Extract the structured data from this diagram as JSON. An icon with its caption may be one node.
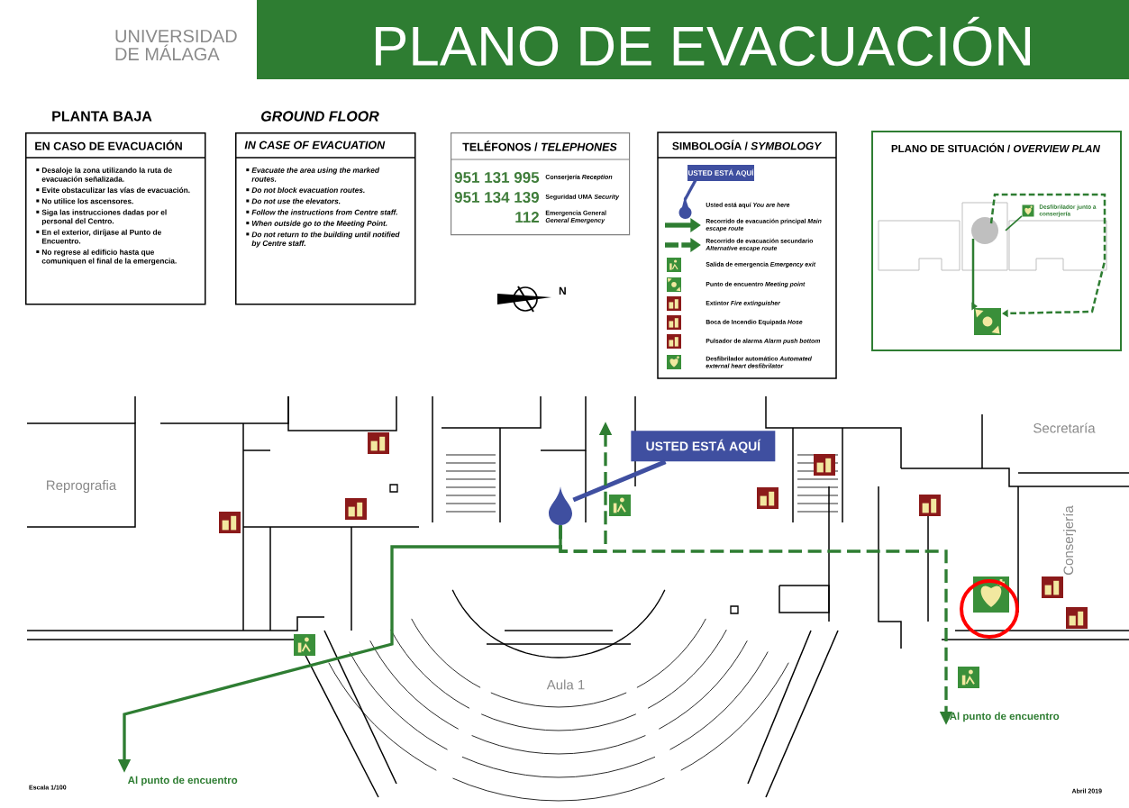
{
  "diagram": {
    "title": "PLANO DE EVACUACIÓN",
    "nodes": [
      {
        "beside": [
          "PLANTA BAJA"
        ],
        "text": [
          "EN CASO DE EVACUACIÓN",
          "Desaloje la zona utilizando la ruta de evacuación señalizada.",
          "Evite obstaculizar las vías de evacuación.",
          "No utilice los ascensores.",
          "Siga las instrucciones dadas por el personal del Centro.",
          "En el exterior, diríjase al Punto de Encuentro.",
          "No regrese al edificio hasta que comuniquen el final de la emergencia."
        ]
      },
      {
        "beside": [
          "GROUND FLOOR"
        ],
        "text": [
          "IN CASE OF EVACUATION",
          "Evacuate the area using the marked routes.",
          "Do not block evacuation routes.",
          "Do not use the elevators.",
          "Follow the instructions from Centre staff.",
          "When outside go to the Meeting Point.",
          "Do not return to the building until notified by Centre staff."
        ]
      },
      {
        "text": [
          "TELÉFONOS / *TELEPHONES*",
          "951 131 995",
          "Conserjería *Reception*",
          "951 134 139",
          "Seguridad UMA *Security*",
          "112",
          "Emergencia General *General Emergency*"
        ]
      },
      {
        "text": [
          "PLANO DE SITUACIÓN / *OVERVIEW PLAN*",
          "Desfibrilador junto a conserjería"
        ]
      },
      {
        "text": [
          "USTED ESTÁ AQUÍ"
        ]
      },
      {
        "text": [],
        "shape": "drop"
      },
      {
        "text": [
          "Al punto de encuentro"
        ]
      },
      {
        "text": [
          "Al punto de encuentro"
        ]
      }
    ],
    "edges": [
      {
        "from": 4,
        "to": 5,
        "arrow": "none",
        "color": "#3f4fa0"
      },
      {
        "from": 5,
        "to": 6,
        "arrow": "to"
      },
      {
        "from": 5,
        "to": 7,
        "arrow": "to",
        "style": "dashed"
      },
      {
        "from": 5,
        "to": null,
        "arrow": "to",
        "style": "dashed"
      }
    ],
    "labels": [
      "UNIVERSIDAD DE MÁLAGA",
      "SIMBOLOGÍA / *SYMBOLOGY*",
      "USTED ESTÁ AQUÍ",
      "N",
      "Secretaría",
      "Reprografia",
      "Conserjería",
      "Aula 1",
      "Escala 1/100",
      "Abril 2019"
    ],
    "legend": [
      {
        "text": "Usted está aquí *You are here*"
      },
      {
        "text": "Recorrido de evacuación principal *Main escape route*"
      },
      {
        "text": "Recorrido de evacuación secundario *Alternative escape route*"
      },
      {
        "text": "Salida de emergencia *Emergency exit*"
      },
      {
        "text": "Punto de encuentro *Meeting point*"
      },
      {
        "text": "Extintor *Fire extinguisher*"
      },
      {
        "text": "Boca de Incendio Equipada *Hose*"
      },
      {
        "text": "Pulsador de alarma *Alarm push bottom*"
      },
      {
        "text": "Desfibrilador automático *Automated external heart desfibrilator*"
      }
    ]
  }
}
